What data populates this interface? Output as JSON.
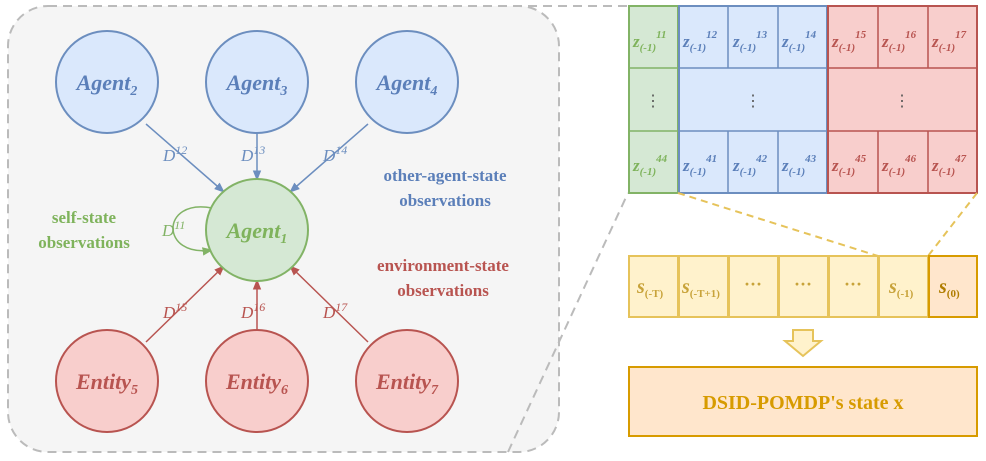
{
  "colors": {
    "blue_fill": "#dae8fc",
    "blue_stroke": "#6c8ebf",
    "blue_text": "#5b7fb9",
    "green_fill": "#d5e8d4",
    "green_stroke": "#82b366",
    "green_text": "#7fb35c",
    "red_fill": "#f8cecc",
    "red_stroke": "#b85450",
    "red_text": "#b85450",
    "yellow_fill": "#fff2cc",
    "yellow_stroke": "#e6c35a",
    "orange_fill": "#ffe6cc",
    "orange_stroke": "#d79b00",
    "panel_fill": "#f5f5f5",
    "panel_stroke": "#bbbbbb"
  },
  "nodes": {
    "agent2": {
      "base": "Agent",
      "sub": "2"
    },
    "agent3": {
      "base": "Agent",
      "sub": "3"
    },
    "agent4": {
      "base": "Agent",
      "sub": "4"
    },
    "agent1": {
      "base": "Agent",
      "sub": "1"
    },
    "entity5": {
      "base": "Entity",
      "sub": "5"
    },
    "entity6": {
      "base": "Entity",
      "sub": "6"
    },
    "entity7": {
      "base": "Entity",
      "sub": "7"
    }
  },
  "edges": {
    "d12": {
      "base": "D",
      "sup": "12"
    },
    "d13": {
      "base": "D",
      "sup": "13"
    },
    "d14": {
      "base": "D",
      "sup": "14"
    },
    "d11": {
      "base": "D",
      "sup": "11"
    },
    "d15": {
      "base": "D",
      "sup": "15"
    },
    "d16": {
      "base": "D",
      "sup": "16"
    },
    "d17": {
      "base": "D",
      "sup": "17"
    }
  },
  "group_labels": {
    "self": [
      "self-state",
      "observations"
    ],
    "other": [
      "other-agent-state",
      "observations"
    ],
    "env": [
      "environment-state",
      "observations"
    ]
  },
  "matrix": {
    "row1": [
      {
        "base": "z",
        "sub": "(-1)",
        "sup": "11"
      },
      {
        "base": "z",
        "sub": "(-1)",
        "sup": "12"
      },
      {
        "base": "z",
        "sub": "(-1)",
        "sup": "13"
      },
      {
        "base": "z",
        "sub": "(-1)",
        "sup": "14"
      },
      {
        "base": "z",
        "sub": "(-1)",
        "sup": "15"
      },
      {
        "base": "z",
        "sub": "(-1)",
        "sup": "16"
      },
      {
        "base": "z",
        "sub": "(-1)",
        "sup": "17"
      }
    ],
    "row2": {
      "green": "⋮",
      "blue": "⋮",
      "red": "⋮"
    },
    "row3": [
      {
        "base": "z",
        "sub": "(-1)",
        "sup": "44"
      },
      {
        "base": "z",
        "sub": "(-1)",
        "sup": "41"
      },
      {
        "base": "z",
        "sub": "(-1)",
        "sup": "42"
      },
      {
        "base": "z",
        "sub": "(-1)",
        "sup": "43"
      },
      {
        "base": "z",
        "sub": "(-1)",
        "sup": "45"
      },
      {
        "base": "z",
        "sub": "(-1)",
        "sup": "46"
      },
      {
        "base": "z",
        "sub": "(-1)",
        "sup": "47"
      }
    ]
  },
  "sequence": {
    "s_t": {
      "base": "s",
      "sub": "(-T)"
    },
    "s_t1": {
      "base": "s",
      "sub": "(-T+1)"
    },
    "dots1": "···",
    "dots2": "···",
    "dots3": "···",
    "s_m1": {
      "base": "s",
      "sub": "(-1)"
    },
    "s_0": {
      "base": "s",
      "sub": "(0)"
    }
  },
  "state_box": {
    "label": "DSID-POMDP's state x"
  }
}
